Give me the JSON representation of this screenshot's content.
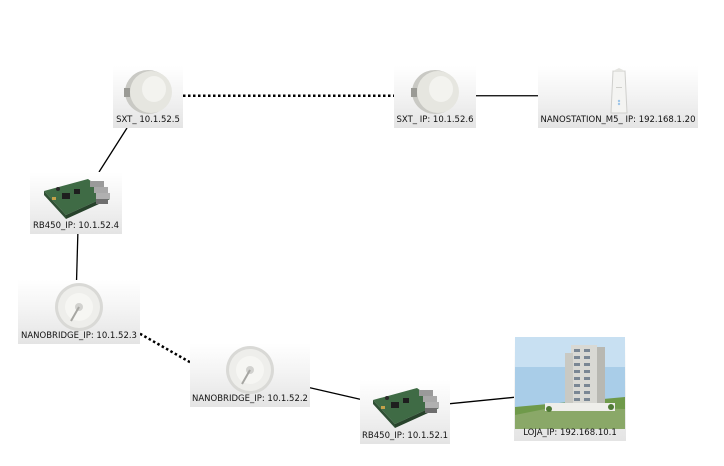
{
  "diagram": {
    "nodes": [
      {
        "id": "sxt1",
        "label": "SXT_ 10.1.52.5",
        "device": "sxt"
      },
      {
        "id": "sxt2",
        "label": "SXT_ IP: 10.1.52.6",
        "device": "sxt"
      },
      {
        "id": "nano",
        "label": "NANOSTATION_M5_ IP: 192.168.1.20",
        "device": "nanostation"
      },
      {
        "id": "rb1",
        "label": "RB450_IP: 10.1.52.4",
        "device": "routerboard"
      },
      {
        "id": "nb1",
        "label": "NANOBRIDGE_IP: 10.1.52.3",
        "device": "nanobridge"
      },
      {
        "id": "nb2",
        "label": "NANOBRIDGE_IP: 10.1.52.2",
        "device": "nanobridge"
      },
      {
        "id": "rb2",
        "label": "RB450_IP: 10.1.52.1",
        "device": "routerboard"
      },
      {
        "id": "loja",
        "label": "LOJA_IP: 192.168.10.1",
        "device": "building"
      }
    ],
    "links": [
      {
        "from": "sxt1",
        "to": "sxt2",
        "type": "wireless"
      },
      {
        "from": "sxt2",
        "to": "nano",
        "type": "wired"
      },
      {
        "from": "sxt1",
        "to": "rb1",
        "type": "wired"
      },
      {
        "from": "rb1",
        "to": "nb1",
        "type": "wired"
      },
      {
        "from": "nb1",
        "to": "nb2",
        "type": "wireless"
      },
      {
        "from": "nb2",
        "to": "rb2",
        "type": "wired"
      },
      {
        "from": "rb2",
        "to": "loja",
        "type": "wired"
      }
    ],
    "colors": {
      "link": "#000000",
      "label_text": "#111111",
      "tile_top": "#ffffff",
      "tile_bottom": "#e4e4e4",
      "building_sky": "#a9cde8",
      "building_grass": "#6f9a4a"
    }
  }
}
